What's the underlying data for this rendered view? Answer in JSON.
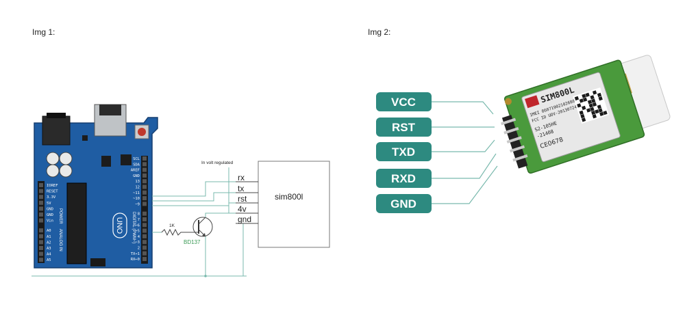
{
  "labels": {
    "img1": "Img 1:",
    "img2": "Img 2:"
  },
  "arduino": {
    "left_pins": [
      "IOREF",
      "RESET",
      "3.3V",
      "5V",
      "GND",
      "GND",
      "Vin",
      "A0",
      "A1",
      "A2",
      "A3",
      "A4",
      "A5"
    ],
    "right_pins": [
      "SCL",
      "SDA",
      "AREF",
      "GND",
      "13",
      "12",
      "~11",
      "~10",
      "~9",
      "8",
      "7",
      "~6",
      "~5",
      "4",
      "~3",
      "2",
      "TX→1",
      "RX←0"
    ],
    "logo": "UNO",
    "digital_label": "DIGITAL (PWM~)",
    "analog_label": "ANALOG IN",
    "power_label": "POWER"
  },
  "schematic": {
    "module_label": "sim800l",
    "regulated_note": "In volt regulated",
    "pins": [
      "rx",
      "tx",
      "rst",
      "4v",
      "gnd"
    ],
    "resistor": "1K",
    "transistor": "BD137"
  },
  "module": {
    "pins": [
      "VCC",
      "RST",
      "TXD",
      "RXD",
      "GND"
    ],
    "chip_title": "SIM800L",
    "imei": "IMEI 86071902102680",
    "fcc": "FCC ID UDV-201307240",
    "model": "S2-105HE",
    "code": "-21408",
    "ce": "CE0678"
  },
  "colors": {
    "board": "#1f5da3",
    "pill": "#2d8a80",
    "wire": "#79b9ad",
    "pcb": "#4a9a3c"
  }
}
